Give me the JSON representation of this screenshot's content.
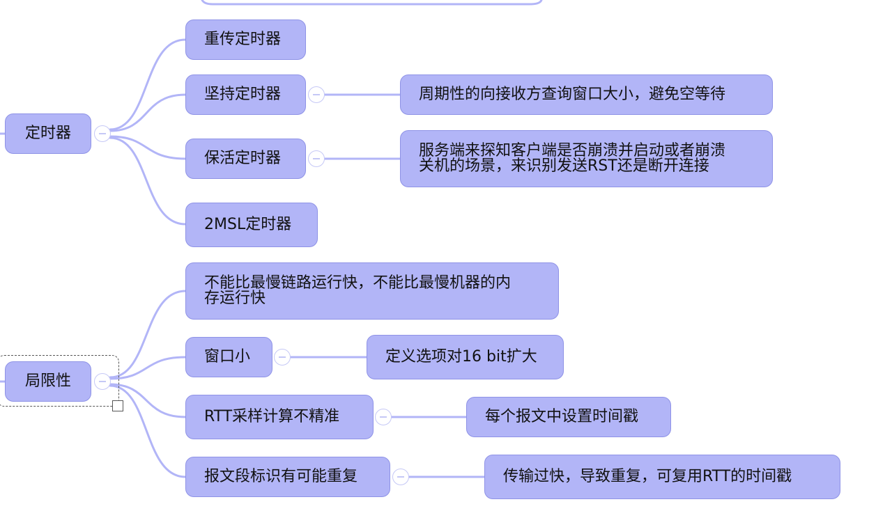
{
  "nodes": {
    "timer": "定时器",
    "retransmit_timer": "重传定时器",
    "persist_timer": "坚持定时器",
    "persist_desc": "周期性的向接收方查询窗口大小，避免空等待",
    "keepalive_timer": "保活定时器",
    "keepalive_desc": "服务端来探知客户端是否崩溃并启动或者崩溃\n关机的场景，来识别发送RST还是断开连接",
    "msl_timer": "2MSL定时器",
    "limitations": "局限性",
    "speed_limit": "不能比最慢链路运行快，不能比最慢机器的内\n存运行快",
    "small_window": "窗口小",
    "small_window_fix": "定义选项对16 bit扩大",
    "rtt_inaccurate": "RTT采样计算不精准",
    "rtt_fix": "每个报文中设置时间戳",
    "seq_repeat": "报文段标识有可能重复",
    "seq_repeat_fix": "传输过快，导致重复，可复用RTT的时间戳"
  },
  "colors": {
    "node_fill": "#b2b5f7",
    "node_border": "#8e92e6",
    "link": "#b2b5f7",
    "toggle_border": "#c5c8f6",
    "selection": "#555555"
  },
  "icons": {
    "toggle": "collapse-minus-icon",
    "handle": "resize-square-icon"
  }
}
